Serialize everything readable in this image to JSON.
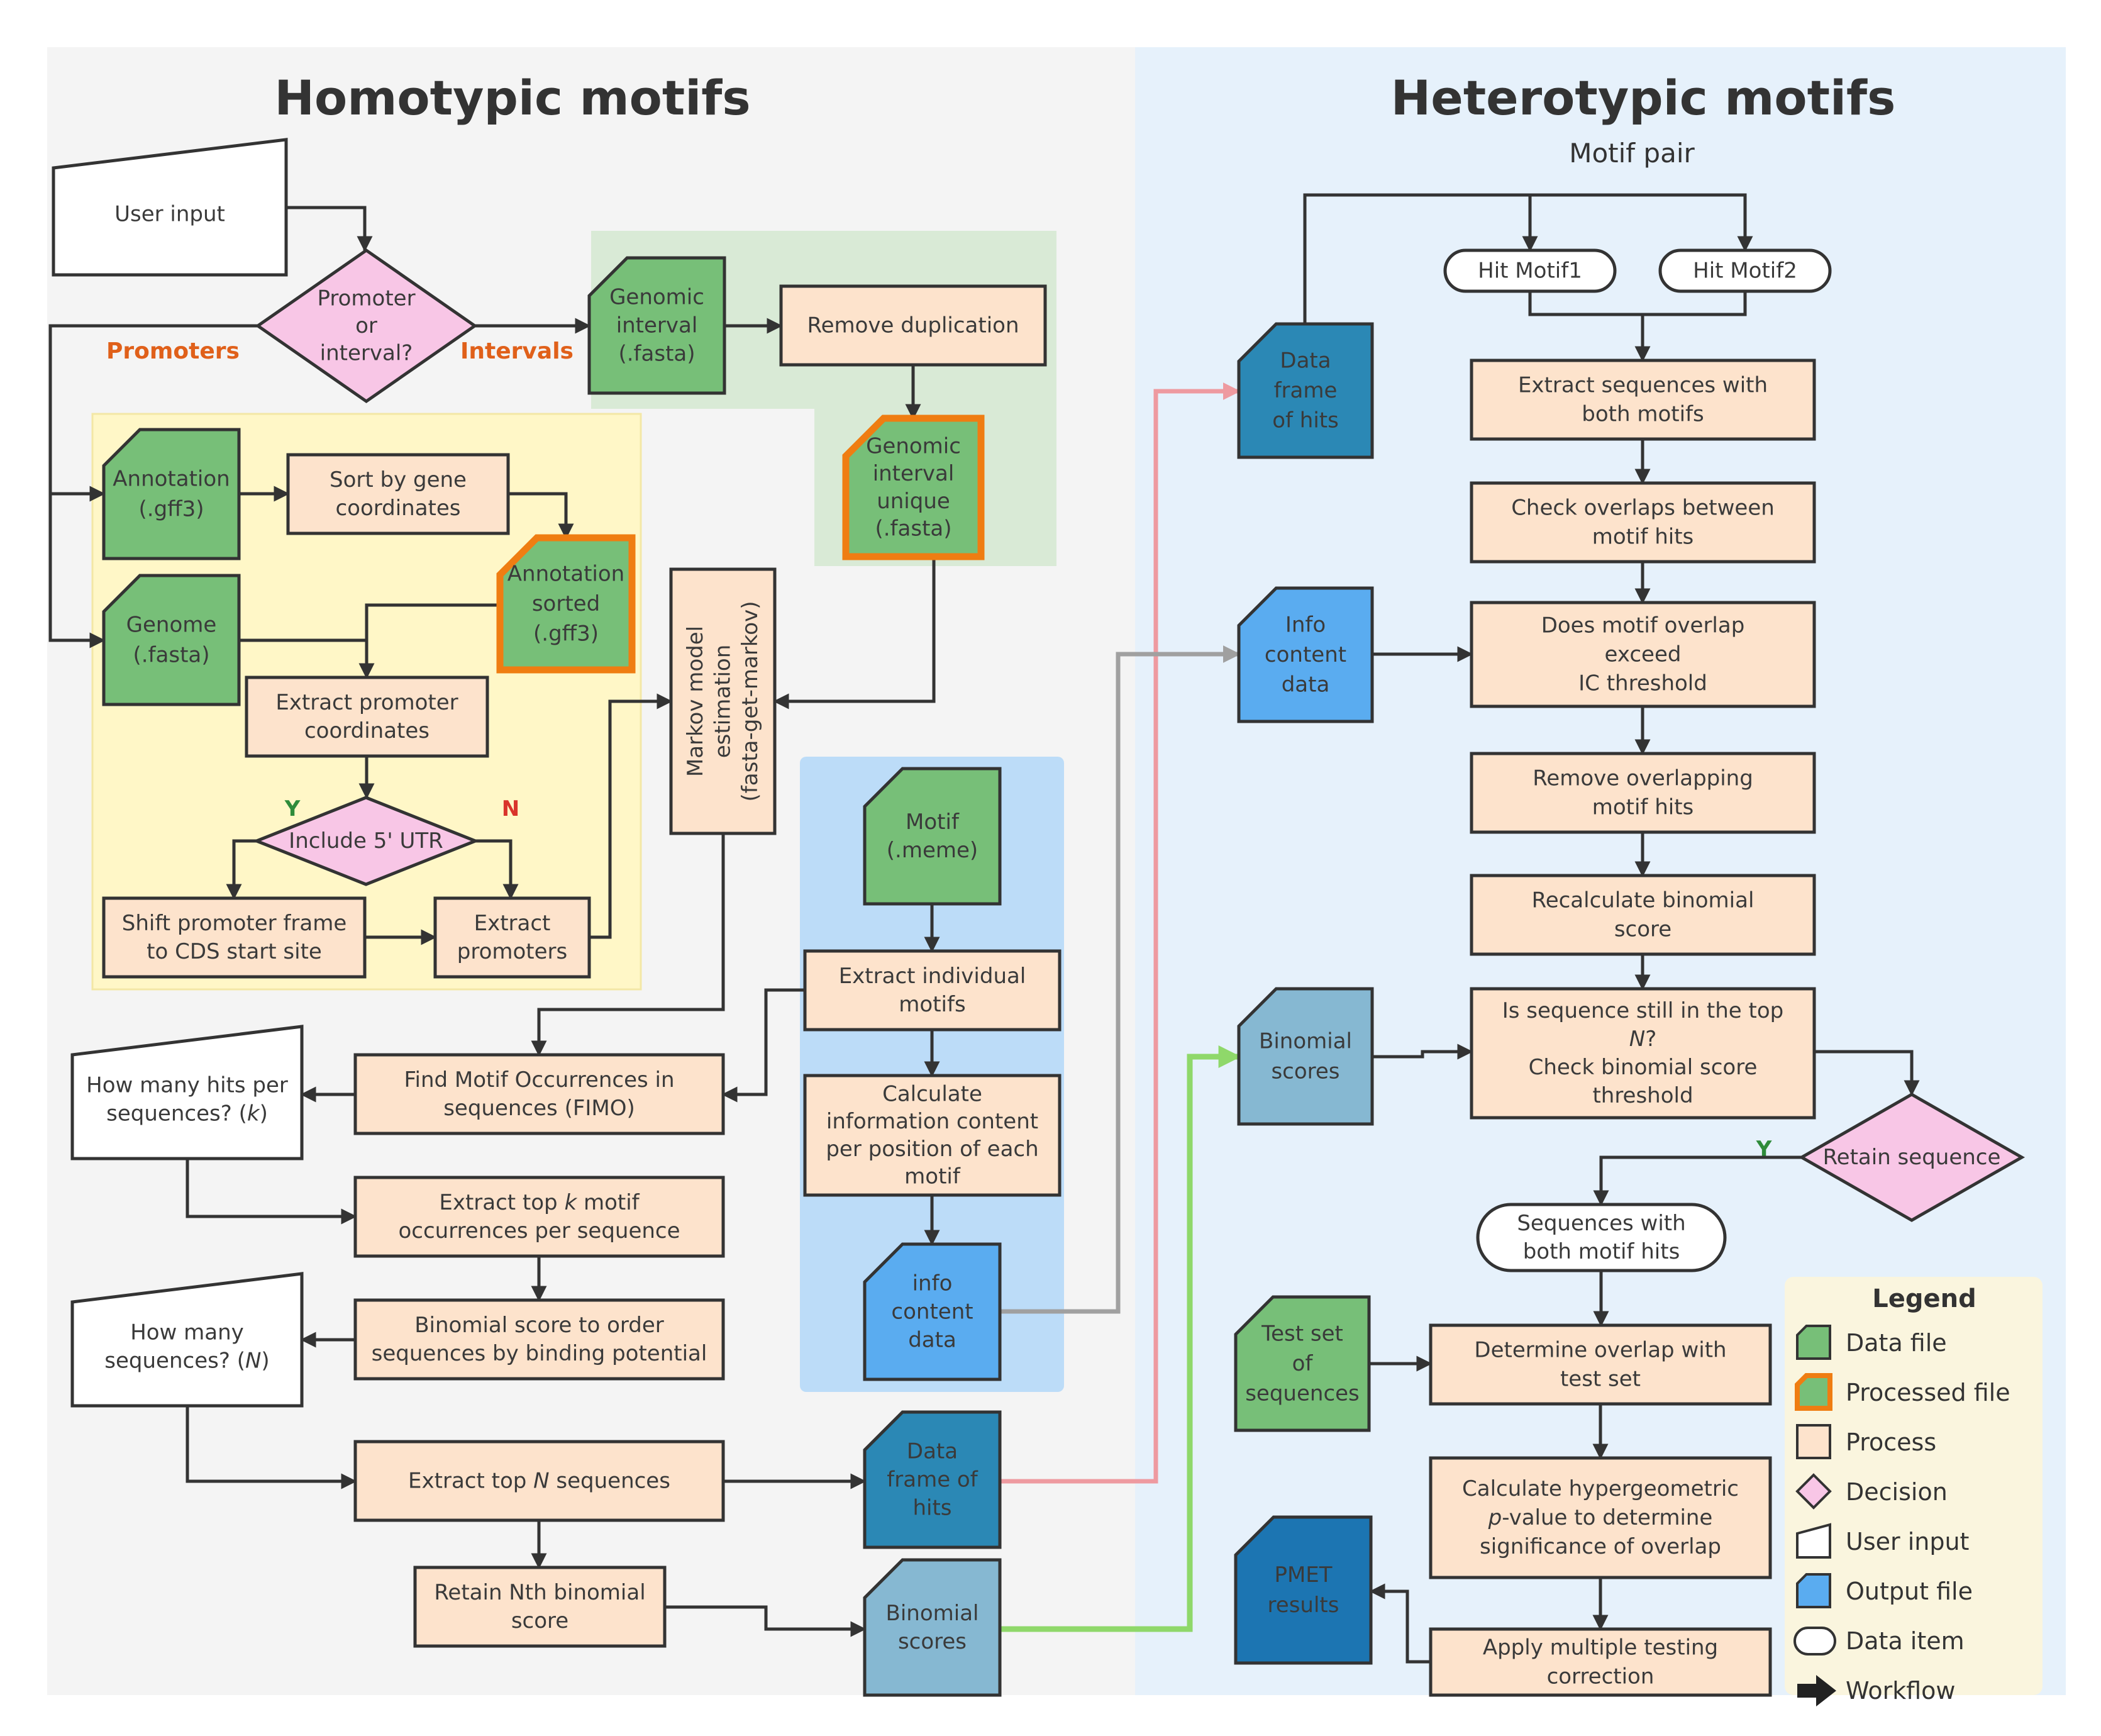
{
  "titles": {
    "homotypic": "Homotypic motifs",
    "heterotypic": "Heterotypic motifs",
    "motif_pair": "Motif pair"
  },
  "labels": {
    "promoters": "Promoters",
    "intervals": "Intervals",
    "y_utr": "Y",
    "n_utr": "N",
    "y_retain": "Y"
  },
  "nodes": {
    "user_input": [
      "User input"
    ],
    "promoter_or_interval": [
      "Promoter",
      "or",
      "interval?"
    ],
    "genomic_interval": [
      "Genomic",
      "interval",
      "(.fasta)"
    ],
    "remove_duplication": [
      "Remove duplication"
    ],
    "genomic_interval_unique": [
      "Genomic",
      "interval",
      "unique",
      "(.fasta)"
    ],
    "annotation": [
      "Annotation",
      "(.gff3)"
    ],
    "sort_by_gene": [
      "Sort by gene",
      "coordinates"
    ],
    "annotation_sorted": [
      "Annotation",
      "sorted",
      "(.gff3)"
    ],
    "genome": [
      "Genome",
      "(.fasta)"
    ],
    "extract_promoter_coordinates": [
      "Extract promoter",
      "coordinates"
    ],
    "include_utr": [
      "Include 5' UTR"
    ],
    "shift_promoter": [
      "Shift promoter frame",
      "to CDS start site"
    ],
    "extract_promoters": [
      "Extract",
      "promoters"
    ],
    "markov": [
      "Markov model",
      "estimation",
      "(fasta-get-markov)"
    ],
    "motif_meme": [
      "Motif",
      "(.meme)"
    ],
    "extract_individual": [
      "Extract individual",
      "motifs"
    ],
    "calc_info": [
      "Calculate",
      "information content",
      "per position of each",
      "motif"
    ],
    "info_content_out": [
      "info",
      "content",
      "data"
    ],
    "how_many_hits": [
      "How many hits per",
      "sequences? (k)"
    ],
    "find_motif": [
      "Find Motif Occurrences in",
      "sequences (FIMO)"
    ],
    "extract_top_k": [
      "Extract top k motif",
      "occurrences per sequence"
    ],
    "how_many_seq": [
      "How many",
      "sequences? (N)"
    ],
    "binomial_order": [
      "Binomial score to order",
      "sequences by binding potential"
    ],
    "extract_top_n": [
      "Extract top N sequences"
    ],
    "data_frame_hits_left": [
      "Data",
      "frame of",
      "hits"
    ],
    "retain_nth": [
      "Retain Nth binomial",
      "score"
    ],
    "binomial_scores_left": [
      "Binomial",
      "scores"
    ],
    "hit_motif1": [
      "Hit Motif1"
    ],
    "hit_motif2": [
      "Hit Motif2"
    ],
    "data_frame_hits_right": [
      "Data",
      "frame",
      "of hits"
    ],
    "extract_both": [
      "Extract sequences with",
      "both motifs"
    ],
    "check_overlaps": [
      "Check overlaps between",
      "motif hits"
    ],
    "info_content_right": [
      "Info",
      "content",
      "data"
    ],
    "does_overlap": [
      "Does motif overlap",
      "exceed",
      "IC threshold"
    ],
    "remove_overlapping": [
      "Remove overlapping",
      "motif hits"
    ],
    "recalc_binomial": [
      "Recalculate binomial",
      "score"
    ],
    "binomial_scores_right": [
      "Binomial",
      "scores"
    ],
    "still_top": [
      "Is sequence still in the top",
      "N?",
      "Check binomial score",
      "threshold"
    ],
    "retain_sequence": [
      "Retain sequence"
    ],
    "sequences_both": [
      "Sequences with",
      "both motif hits"
    ],
    "test_set": [
      "Test set",
      "of",
      "sequences"
    ],
    "determine_overlap": [
      "Determine overlap with",
      "test set"
    ],
    "calc_hypergeom": [
      "Calculate hypergeometric",
      "p-value  to determine",
      "significance of overlap"
    ],
    "pmet_results": [
      "PMET",
      "results"
    ],
    "apply_multiple": [
      "Apply multiple testing",
      "correction"
    ]
  },
  "legend": {
    "title": "Legend",
    "items": [
      {
        "label": "Data file",
        "kind": "data"
      },
      {
        "label": "Processed file",
        "kind": "processed"
      },
      {
        "label": "Process",
        "kind": "process"
      },
      {
        "label": "Decision",
        "kind": "decision"
      },
      {
        "label": "User input",
        "kind": "input"
      },
      {
        "label": "Output file",
        "kind": "output"
      },
      {
        "label": "Data item",
        "kind": "item"
      },
      {
        "label": "Workflow",
        "kind": "arrow"
      }
    ]
  },
  "colors": {
    "process_fill": "#fde3cc",
    "data_fill": "#77bf78",
    "processed_stroke": "#ef7d12",
    "decision_fill": "#f8c6e6",
    "output_fill": "#5aacf0",
    "dataframe_fill": "#2b88b5",
    "binomial_fill": "#86b8d2",
    "pmet_fill": "#1c75b2",
    "bg_left": "#f4f4f4",
    "bg_right": "#e6f1fb",
    "bg_green": "#d9ead6",
    "bg_yellow": "#fff7c7",
    "bg_blue": "#bcdcf8",
    "legend_bg": "#faf5de",
    "arrow_pink": "#ee9aa0",
    "arrow_grey": "#a0a0a0",
    "arrow_green": "#8fd86a"
  }
}
